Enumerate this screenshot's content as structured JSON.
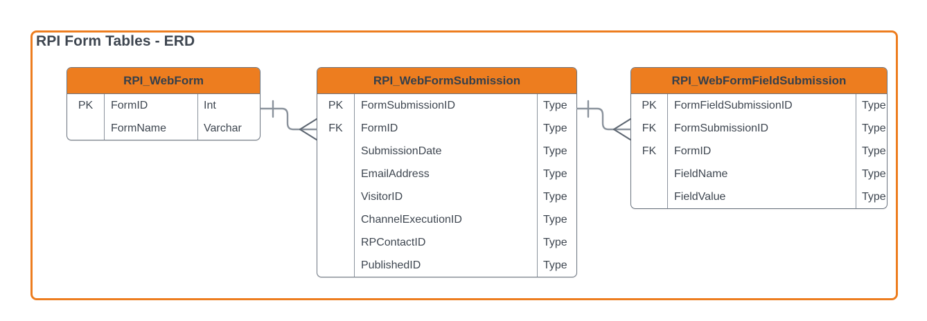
{
  "diagram": {
    "title": "RPI Form Tables - ERD",
    "border_color": "#ED7D1F",
    "header_color": "#ED7D1F",
    "text_color": "#3E4650",
    "line_color": "#6B7480",
    "background": "#FFFFFF"
  },
  "entities": [
    {
      "name": "RPI_WebForm",
      "attributes": [
        {
          "key": "PK",
          "name": "FormID",
          "type": "Int"
        },
        {
          "key": "",
          "name": "FormName",
          "type": "Varchar"
        }
      ]
    },
    {
      "name": "RPI_WebFormSubmission",
      "attributes": [
        {
          "key": "PK",
          "name": "FormSubmissionID",
          "type": "Type"
        },
        {
          "key": "FK",
          "name": "FormID",
          "type": "Type"
        },
        {
          "key": "",
          "name": "SubmissionDate",
          "type": "Type"
        },
        {
          "key": "",
          "name": "EmailAddress",
          "type": "Type"
        },
        {
          "key": "",
          "name": "VisitorID",
          "type": "Type"
        },
        {
          "key": "",
          "name": "ChannelExecutionID",
          "type": "Type"
        },
        {
          "key": "",
          "name": "RPContactID",
          "type": "Type"
        },
        {
          "key": "",
          "name": "PublishedID",
          "type": "Type"
        }
      ]
    },
    {
      "name": "RPI_WebFormFieldSubmission",
      "attributes": [
        {
          "key": "PK",
          "name": "FormFieldSubmissionID",
          "type": "Type"
        },
        {
          "key": "FK",
          "name": "FormSubmissionID",
          "type": "Type"
        },
        {
          "key": "FK",
          "name": "FormID",
          "type": "Type"
        },
        {
          "key": "",
          "name": "FieldName",
          "type": "Type"
        },
        {
          "key": "",
          "name": "FieldValue",
          "type": "Type"
        }
      ]
    }
  ],
  "relationships": [
    {
      "from": "RPI_WebForm",
      "to": "RPI_WebFormSubmission",
      "from_cardinality": "one",
      "to_cardinality": "many"
    },
    {
      "from": "RPI_WebFormSubmission",
      "to": "RPI_WebFormFieldSubmission",
      "from_cardinality": "one",
      "to_cardinality": "many"
    }
  ]
}
